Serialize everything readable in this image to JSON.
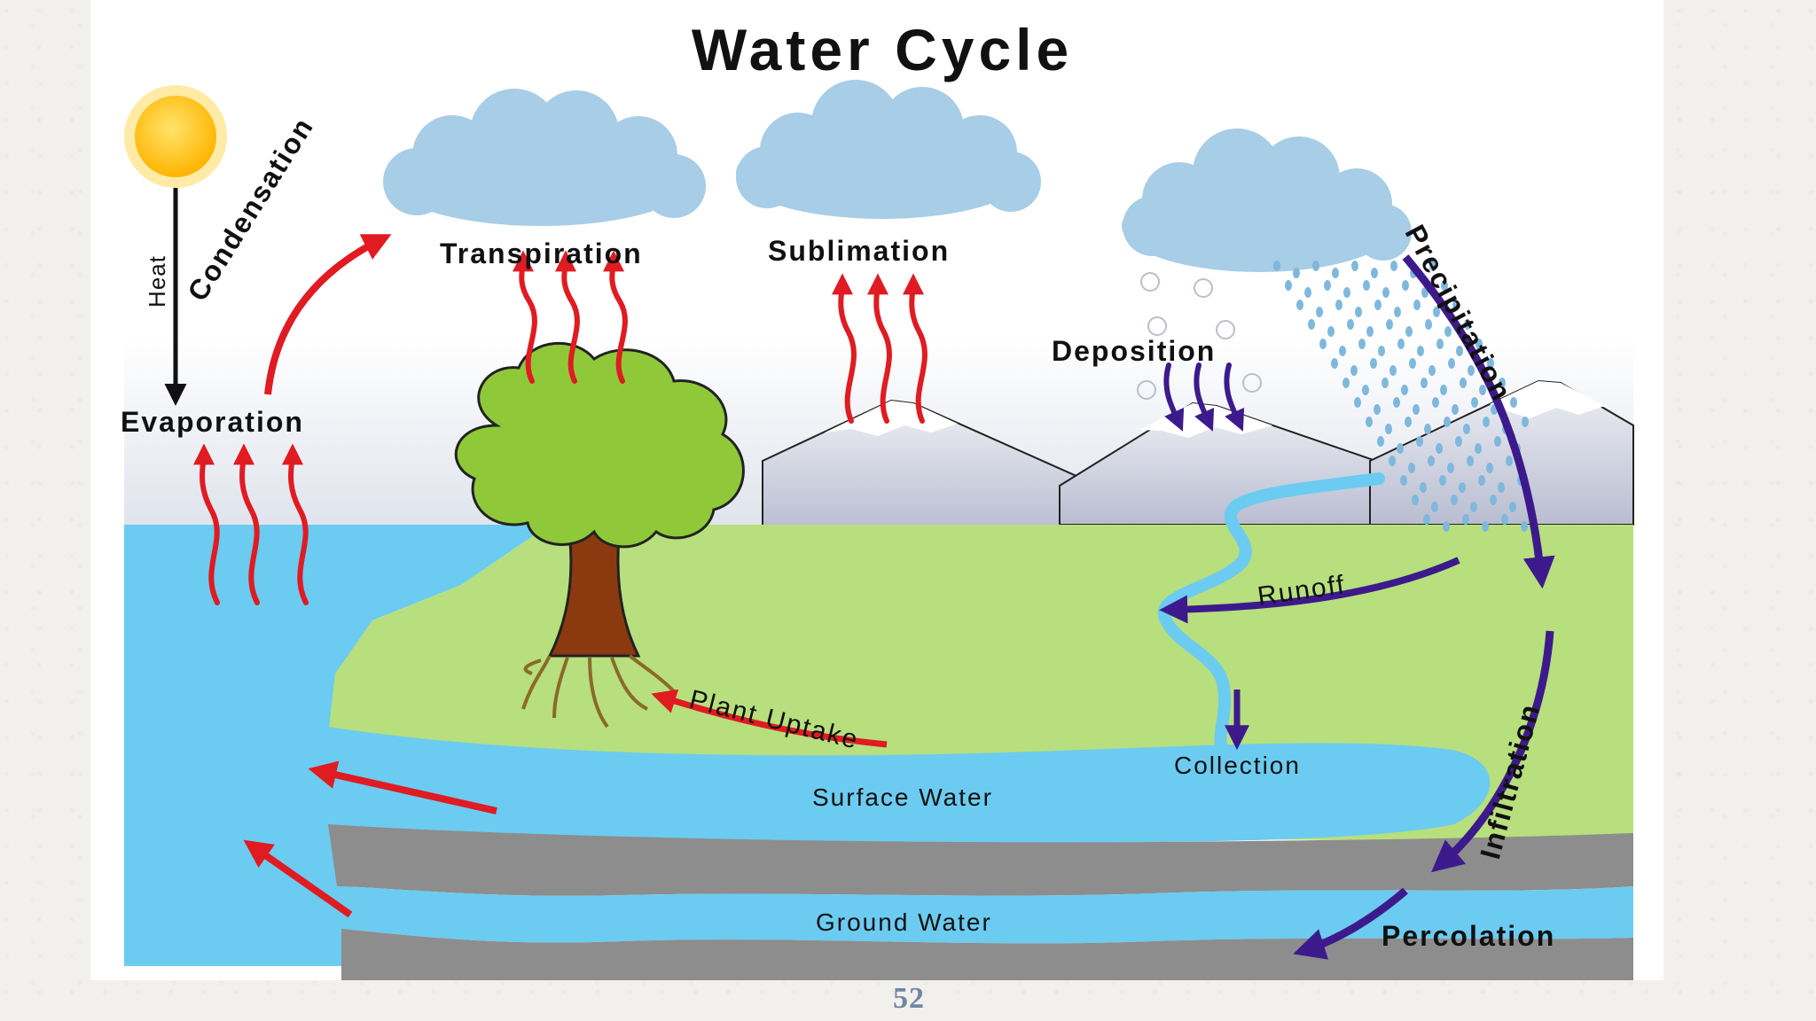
{
  "title": "Water Cycle",
  "labels": {
    "heat": "Heat",
    "evaporation": "Evaporation",
    "condensation": "Condensation",
    "transpiration": "Transpiration",
    "sublimation": "Sublimation",
    "deposition": "Deposition",
    "precipitation": "Precipitation",
    "runoff": "Runoff",
    "plant_uptake": "Plant Uptake",
    "collection": "Collection",
    "surface_water": "Surface Water",
    "infiltration": "Infiltration",
    "ground_water": "Ground Water",
    "percolation": "Percolation"
  },
  "page_number": "52",
  "colors": {
    "water": "#6ccbf0",
    "land": "#b7df7d",
    "rock": "#8d8d8d",
    "cloud": "#a8cde6",
    "sun": "#ffc21a",
    "arrow_red": "#e01b22",
    "arrow_purple": "#3d1a8c"
  }
}
